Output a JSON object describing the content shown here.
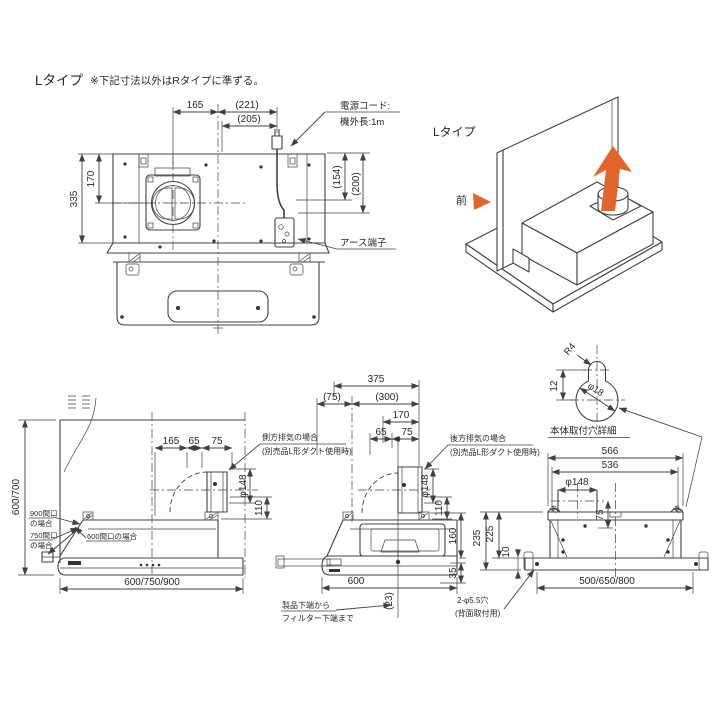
{
  "header": {
    "title": "Lタイプ",
    "note": "※下記寸法以外はRタイプに準ずる。"
  },
  "colors": {
    "line": "#404042",
    "text": "#28282a",
    "accent": "#e2662c"
  },
  "top_view": {
    "dim_165": "165",
    "dim_221": "(221)",
    "dim_205": "(205)",
    "dim_335": "335",
    "dim_170": "170",
    "dim_154": "(154)",
    "dim_200": "(200)",
    "power_cord_line1": "電源コード:",
    "power_cord_line2": "機外長:1m",
    "earth_label": "アース端子"
  },
  "iso_view": {
    "title": "Lタイプ",
    "front_label": "前"
  },
  "left_view": {
    "dim_height": "600/700",
    "dim_165": "165",
    "dim_65": "65",
    "dim_75": "75",
    "dim_duct": "φ148",
    "dim_110": "110",
    "dim_width": "600/750/900",
    "opening_900_line1": "900間口",
    "opening_900_line2": "の場合",
    "opening_750_line1": "750間口",
    "opening_750_line2": "の場合",
    "opening_600": "600間口の場合",
    "side_exhaust_line1": "側方排気の場合",
    "side_exhaust_line2": "(別売品L形ダクト使用時)"
  },
  "mid_view": {
    "dim_375": "375",
    "dim_75_paren": "(75)",
    "dim_300_paren": "(300)",
    "dim_170": "170",
    "dim_65": "65",
    "dim_75": "75",
    "dim_duct": "φ148",
    "dim_110": "110",
    "dim_160": "160",
    "dim_35": "35",
    "dim_600": "600",
    "dim_23": "(23)",
    "rear_exhaust_line1": "後方排気の場合",
    "rear_exhaust_line2": "(別売品L形ダクト使用時)",
    "filter_note_line1": "製品下端から",
    "filter_note_line2": "フィルター下端まで"
  },
  "hole_detail": {
    "dim_r4": "R4",
    "dim_12": "12",
    "dim_phi18": "φ18",
    "title": "本体取付穴詳細"
  },
  "rear_view": {
    "dim_566": "566",
    "dim_536": "536",
    "dim_duct": "φ148",
    "dim_75": "75",
    "dim_235": "235",
    "dim_225": "225",
    "dim_10": "10",
    "dim_width": "500/650/800",
    "mount_hole_line1": "2-φ5.5穴",
    "mount_hole_line2": "(背面取付用)"
  }
}
